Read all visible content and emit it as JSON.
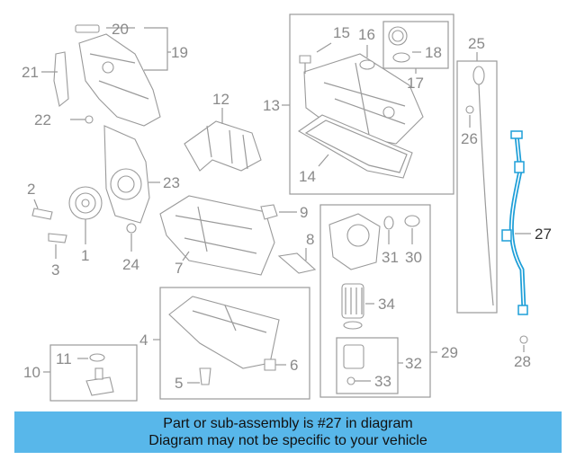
{
  "diagram": {
    "callouts": [
      "1",
      "2",
      "3",
      "4",
      "5",
      "6",
      "7",
      "8",
      "9",
      "10",
      "11",
      "12",
      "13",
      "14",
      "15",
      "16",
      "17",
      "18",
      "19",
      "20",
      "21",
      "22",
      "23",
      "24",
      "25",
      "26",
      "27",
      "28",
      "29",
      "30",
      "31",
      "32",
      "33",
      "34"
    ],
    "highlighted_part": "27",
    "highlight_color": "#1e9fd8",
    "line_color": "#9a9a9a"
  },
  "banner": {
    "line1": "Part or sub-assembly is #27 in diagram",
    "line2": "Diagram may not be specific to your vehicle",
    "background": "#58b7ea"
  }
}
